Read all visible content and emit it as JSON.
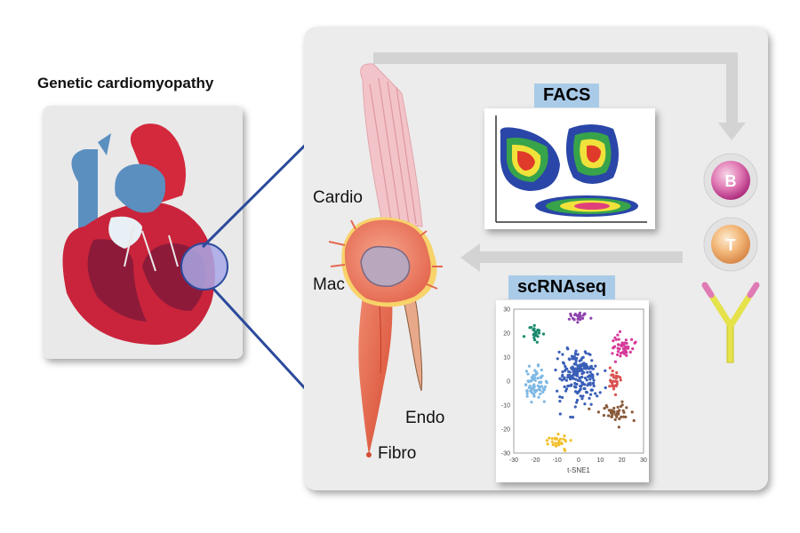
{
  "title": "Genetic cardiomyopathy",
  "cell_labels": {
    "cardio": "Cardio",
    "mac": "Mac",
    "endo": "Endo",
    "fibro": "Fibro"
  },
  "methods": {
    "facs": "FACS",
    "scrnaseq": "scRNAseq"
  },
  "immune_cells": {
    "b": "B",
    "t": "T"
  },
  "chart_data": {
    "type": "scatter",
    "xlabel": "t-SNE1",
    "ylabel": "",
    "xlim": [
      -30,
      30
    ],
    "ylim": [
      -30,
      30
    ],
    "x_ticks": [
      "-30",
      "-20",
      "-10",
      "0",
      "10",
      "20",
      "30"
    ],
    "y_ticks": [
      "30",
      "20",
      "10",
      "0",
      "-10",
      "-20",
      "-30"
    ],
    "clusters": [
      {
        "color": "#8e44ad",
        "center": [
          0,
          27
        ],
        "spread": [
          4,
          2.5
        ],
        "n": 25
      },
      {
        "color": "#1a8a6e",
        "center": [
          -20,
          20
        ],
        "spread": [
          4,
          3
        ],
        "n": 30
      },
      {
        "color": "#d63a9a",
        "center": [
          20,
          15
        ],
        "spread": [
          5,
          5
        ],
        "n": 50
      },
      {
        "color": "#3a5fb8",
        "center": [
          0,
          2
        ],
        "spread": [
          9,
          11
        ],
        "n": 200
      },
      {
        "color": "#7fb8e4",
        "center": [
          -20,
          -2
        ],
        "spread": [
          5,
          7
        ],
        "n": 70
      },
      {
        "color": "#d9534f",
        "center": [
          16,
          1
        ],
        "spread": [
          3,
          4
        ],
        "n": 30
      },
      {
        "color": "#8a5a3a",
        "center": [
          17,
          -13
        ],
        "spread": [
          7,
          4
        ],
        "n": 45
      },
      {
        "color": "#f2c12e",
        "center": [
          -10,
          -25
        ],
        "spread": [
          5,
          3
        ],
        "n": 30
      }
    ]
  }
}
